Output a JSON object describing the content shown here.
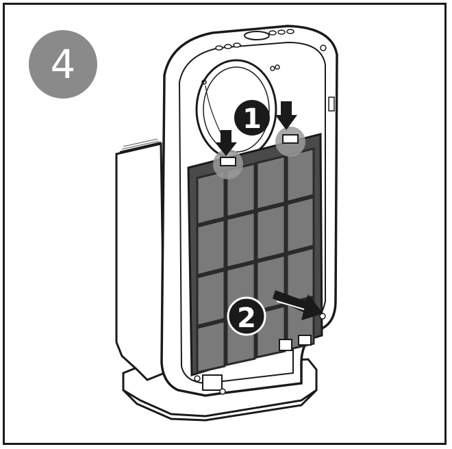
{
  "step": {
    "number": "4"
  },
  "callouts": [
    {
      "label": "1"
    },
    {
      "label": "2"
    }
  ],
  "colors": {
    "badge": "#8a8a8a",
    "outline": "#1a1a1a",
    "filter": "#6b6b6b",
    "filter_cell": "#7a7a7a",
    "highlight": "#9a9a9a"
  }
}
